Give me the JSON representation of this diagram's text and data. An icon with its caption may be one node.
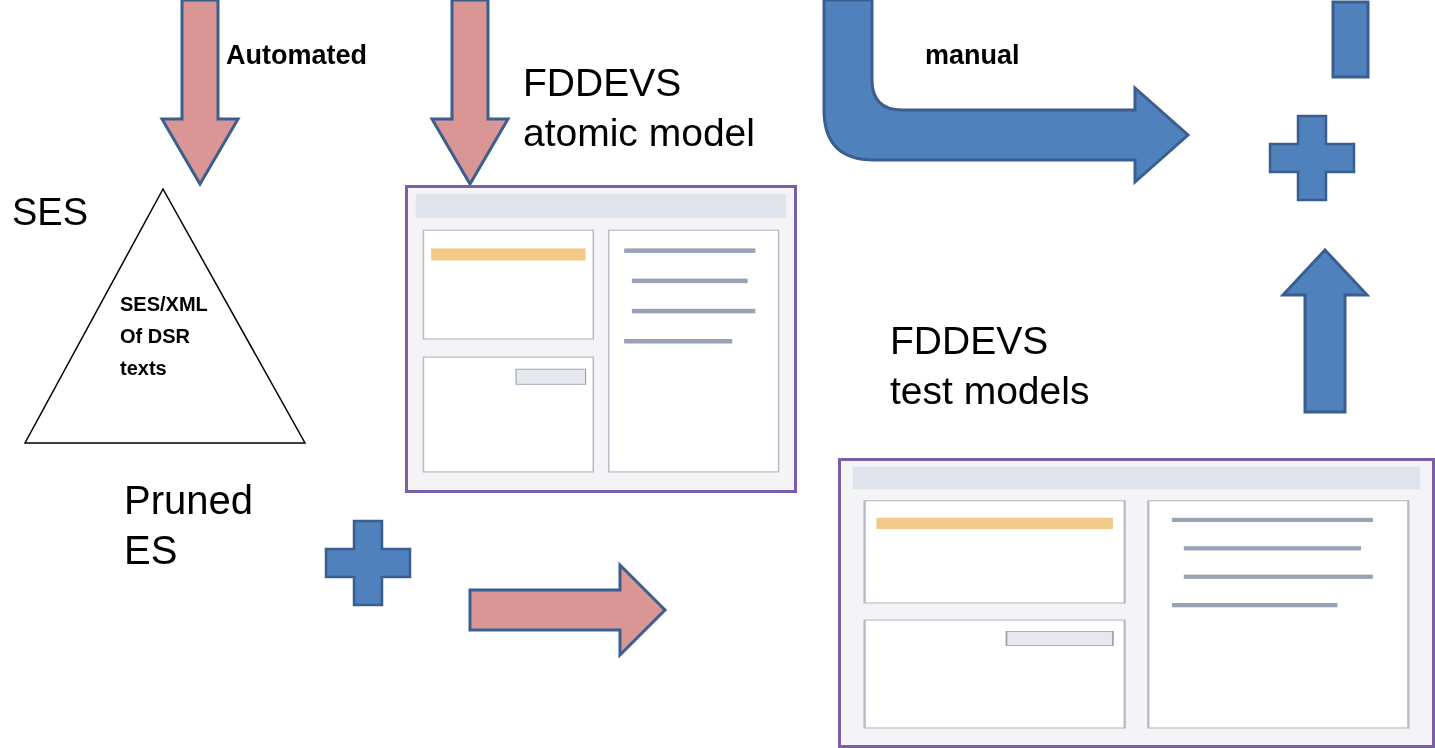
{
  "diagram": {
    "nodes": [
      {
        "text": [
          "SES",
          "SES/XML Of DSR texts"
        ]
      },
      {
        "text": [
          "FDDEVS atomic model"
        ]
      },
      {
        "text": [
          "FDDEVS test models"
        ]
      }
    ],
    "edges": [
      {
        "from": null,
        "to": 0,
        "arrow": "to",
        "label": "Automated",
        "color": "#d99694"
      },
      {
        "from": null,
        "to": 1,
        "arrow": "to",
        "color": "#d99694"
      }
    ],
    "labels": [
      "manual",
      "Pruned ES"
    ]
  }
}
